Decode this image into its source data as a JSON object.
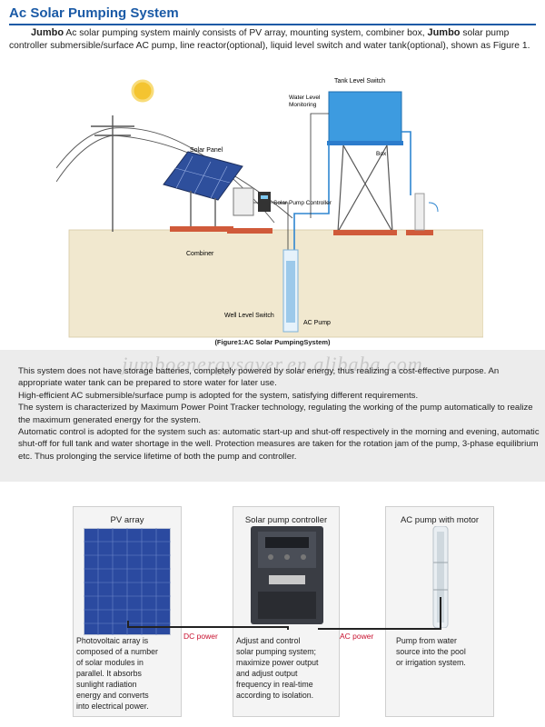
{
  "header": {
    "title": "Ac Solar Pumping System"
  },
  "intro": {
    "brand": "Jumbo",
    "part1": " Ac solar pumping system mainly consists of PV array, mounting system, combiner box, ",
    "brand2": "Jumbo",
    "part2": " solar pump controller submersible/surface AC pump, line reactor(optional), liquid level switch and water tank(optional), shown as Figure 1."
  },
  "diagram_labels": {
    "tank_level_switch": "Tank Level Switch",
    "water_level": "Water Level",
    "monitoring": "Monitoring",
    "solar_panel": "Solar Panel",
    "box": "Box",
    "solar_pump_controller": "Solar Pump Controller",
    "combiner": "Combiner",
    "well_level_switch": "Well Level Switch",
    "ac_pump": "AC Pump"
  },
  "caption": "(Figure1:AC Solar PumpingSystem)",
  "watermark": "jumboenergysaver.en.alibaba.com",
  "description": [
    "This system does not have storage batteries, completely powered by solar energy, thus realizing a cost-effective purpose. An appropriate water tank can be prepared to store water for later use.",
    "High-efficient AC submersible/surface pump is adopted for the system, satisfying different requirements.",
    "The system is characterized by Maximum Power Point Tracker technology, regulating the working of the pump automatically to realize the maximum generated energy for the system.",
    "Automatic control is adopted for the system such as: automatic start-up and shut-off respectively in the morning and evening, automatic shut-off for full tank and water shortage in the well. Protection measures are taken for the rotation jam of the pump, 3-phase equilibrium etc. Thus prolonging the service lifetime of both the pump and controller."
  ],
  "flow": {
    "pv": {
      "label": "PV array",
      "text": [
        "Photovoltaic array is",
        "composed of a number",
        "of solar modules in",
        "parallel. It absorbs",
        "sunlight radiation",
        "energy and converts",
        "into electrical power."
      ]
    },
    "controller": {
      "label": "Solar pump controller",
      "text": [
        "Adjust and control",
        "solar pumping system;",
        "maximize power output",
        "and adjust output",
        "frequency in real-time",
        "according to isolation."
      ]
    },
    "pump": {
      "label": "AC pump with motor",
      "text": [
        "Pump from water",
        "source into the pool",
        "or irrigation system."
      ]
    },
    "dc_power": "DC power",
    "ac_power": "AC power"
  },
  "colors": {
    "title_blue": "#1a5aa6",
    "ground": "#f1e8cf",
    "water": "#3d9be0",
    "power_red": "#c8102e"
  }
}
